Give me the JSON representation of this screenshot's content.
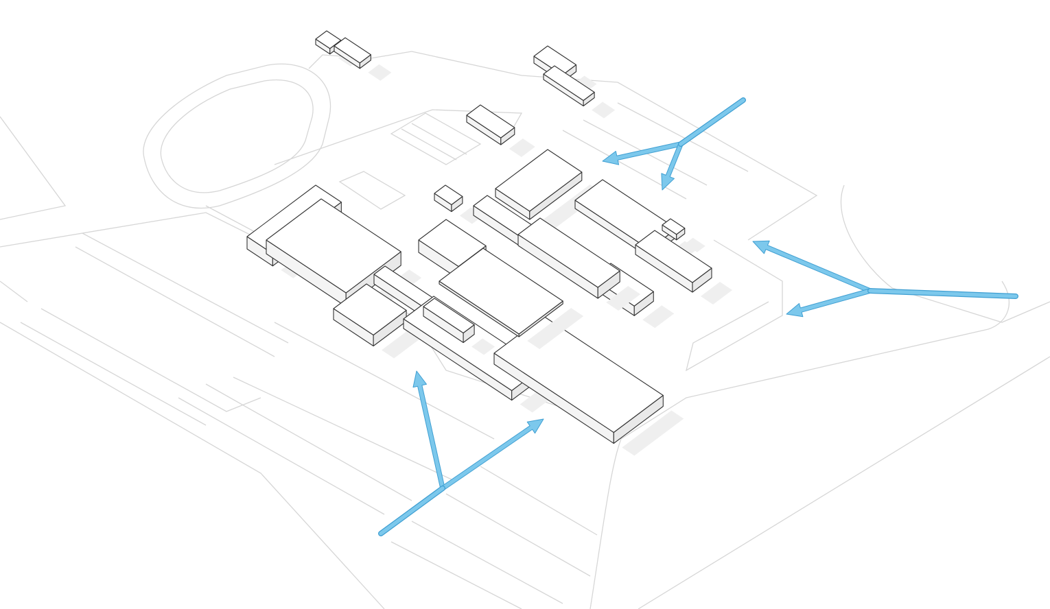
{
  "diagram": {
    "type": "axonometric-site-plan",
    "colors": {
      "background": "#ffffff",
      "roads": "#d6d6d6",
      "building_outline": "#333333",
      "arrow_fill": "#7cc8ec",
      "arrow_stroke": "#3f9fd2"
    },
    "arrows": [
      {
        "name": "northeast-access-arrow",
        "branches": 2
      },
      {
        "name": "east-access-arrow",
        "branches": 2
      },
      {
        "name": "southwest-access-arrow",
        "branches": 2
      }
    ]
  }
}
